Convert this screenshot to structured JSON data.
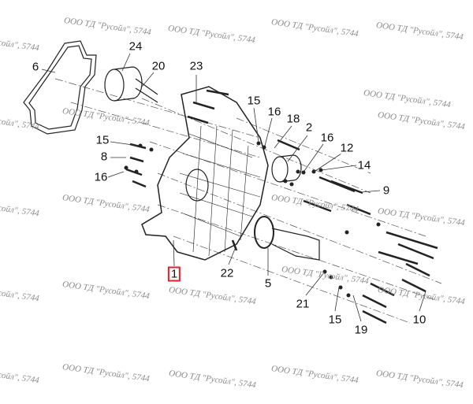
{
  "watermark": "ООО ТД \"Русойл\", 5744",
  "callouts": {
    "c1": "1",
    "c2": "2",
    "c5": "5",
    "c6": "6",
    "c8": "8",
    "c9": "9",
    "c10": "10",
    "c12": "12",
    "c14": "14",
    "c15a": "15",
    "c15b": "15",
    "c15c": "15",
    "c16a": "16",
    "c16b": "16",
    "c16c": "16",
    "c18": "18",
    "c19": "19",
    "c20": "20",
    "c21": "21",
    "c22": "22",
    "c23": "23",
    "c24": "24"
  },
  "colors": {
    "highlight": "#e0202a",
    "line": "#222222",
    "watermark": "#8a8a8a"
  }
}
